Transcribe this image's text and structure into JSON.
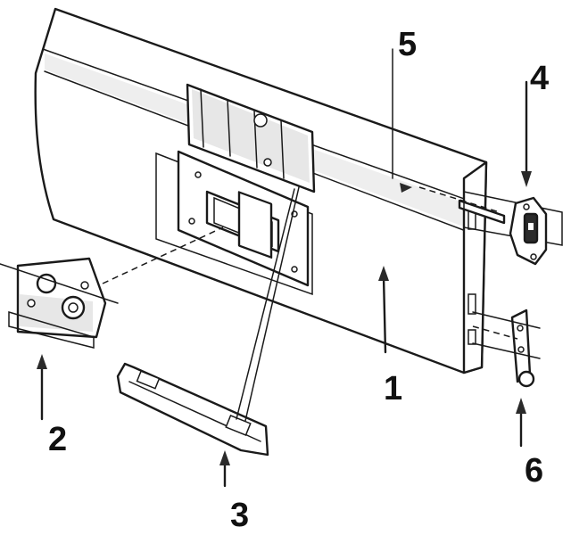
{
  "callouts": {
    "c1": "1",
    "c2": "2",
    "c3": "3",
    "c4": "4",
    "c5": "5",
    "c6": "6"
  },
  "colors": {
    "ink": "#1a1a1a",
    "background": "#ffffff",
    "shading": "#cfcfcf"
  }
}
